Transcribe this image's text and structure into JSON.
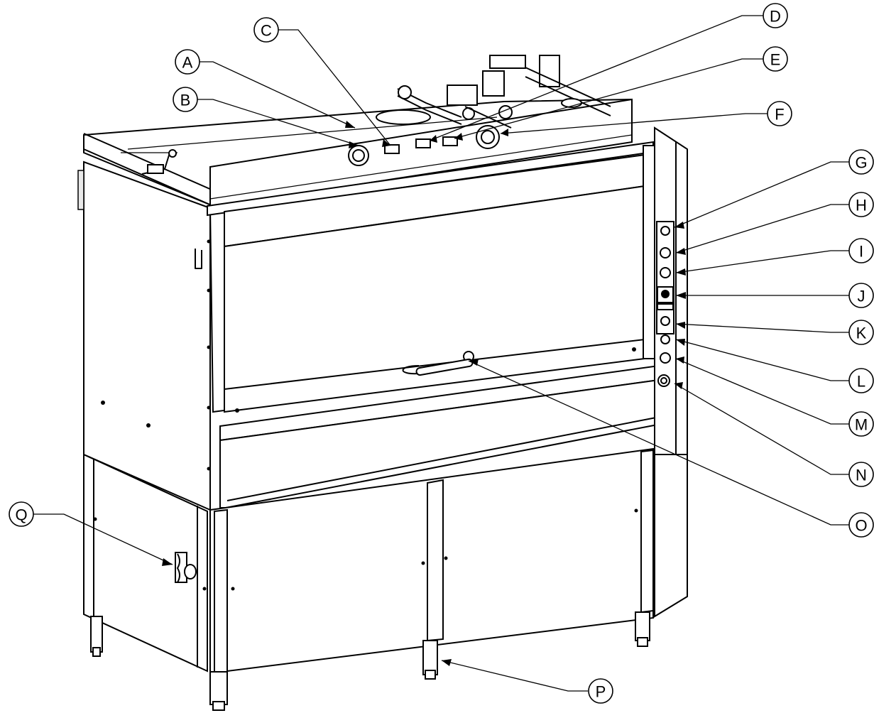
{
  "callouts": [
    {
      "id": "A",
      "label": "A"
    },
    {
      "id": "B",
      "label": "B"
    },
    {
      "id": "C",
      "label": "C"
    },
    {
      "id": "D",
      "label": "D"
    },
    {
      "id": "E",
      "label": "E"
    },
    {
      "id": "F",
      "label": "F"
    },
    {
      "id": "G",
      "label": "G"
    },
    {
      "id": "H",
      "label": "H"
    },
    {
      "id": "I",
      "label": "I"
    },
    {
      "id": "J",
      "label": "J"
    },
    {
      "id": "K",
      "label": "K"
    },
    {
      "id": "L",
      "label": "L"
    },
    {
      "id": "M",
      "label": "M"
    },
    {
      "id": "N",
      "label": "N"
    },
    {
      "id": "O",
      "label": "O"
    },
    {
      "id": "P",
      "label": "P"
    },
    {
      "id": "Q",
      "label": "Q"
    }
  ]
}
